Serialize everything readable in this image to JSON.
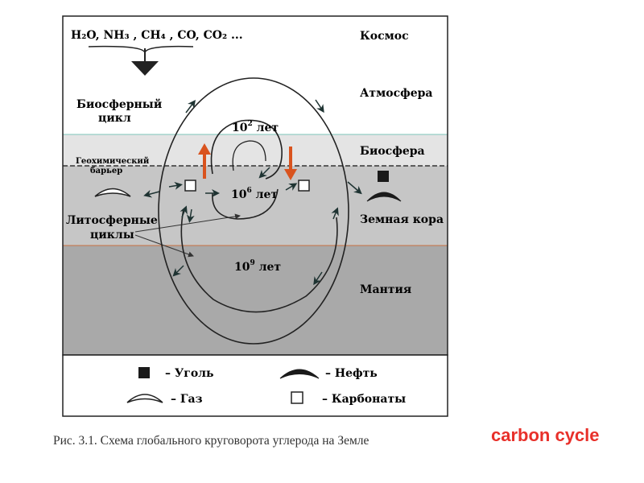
{
  "header": {
    "molecules": "H₂O, NH₃ , CH₄ , CO, CO₂ ..."
  },
  "layers": {
    "space": "Космос",
    "atmosphere": "Атмосфера",
    "biosphere": "Биосфера",
    "crust": "Земная кора",
    "mantle": "Мантия"
  },
  "cycles": {
    "biospheric_line1": "Биосферный",
    "biospheric_line2": "цикл",
    "barrier_line1": "Геохимический",
    "barrier_line2": "барьер",
    "lithospheric_line1": "Литосферные",
    "lithospheric_line2": "циклы",
    "time_bio_base": "10",
    "time_bio_exp": "2",
    "time_bio_unit": " лет",
    "time_mid_base": "10",
    "time_mid_exp": "6",
    "time_mid_unit": " лет",
    "time_deep_base": "10",
    "time_deep_exp": "9",
    "time_deep_unit": " лет"
  },
  "legend": {
    "coal": "– Уголь",
    "oil": "– Нефть",
    "gas": "– Газ",
    "carbonates": "– Карбонаты"
  },
  "caption": "Рис. 3.1.  Схема глобального круговорота углерода на Земле",
  "side_label": "carbon cycle",
  "colors": {
    "crust_fill": "#c6c6c6",
    "mantle_fill": "#a9a9a9",
    "biosphere_fill": "#e4e4e4",
    "arrow_dark": "#1e3332",
    "orange_arrow": "#d9531e",
    "side_label": "#e8302a"
  }
}
